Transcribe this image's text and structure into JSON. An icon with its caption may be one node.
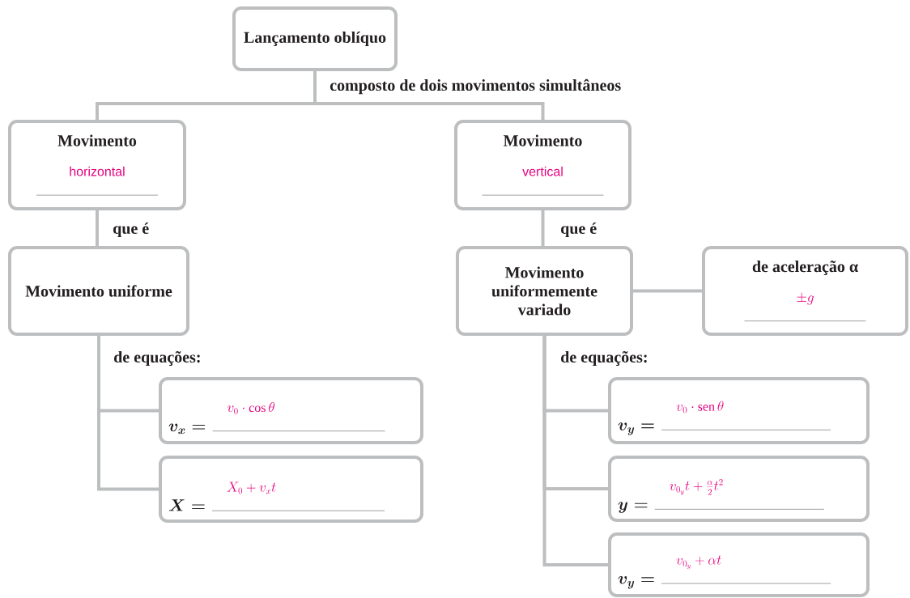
{
  "diagram": {
    "nodes": [
      {
        "text": [
          "Lançamento oblíquo"
        ]
      },
      {
        "text": [
          "Movimento",
          "horizontal"
        ]
      },
      {
        "text": [
          "Movimento",
          "vertical"
        ]
      },
      {
        "text": [
          "Movimento uniforme"
        ]
      },
      {
        "text": [
          "Movimento uniformemente variado"
        ]
      },
      {
        "text": [
          "de aceleração α",
          "\\pm g"
        ]
      },
      {
        "text": [
          "v_x =",
          "v_0 \\cdot \\cos\\theta"
        ]
      },
      {
        "text": [
          "X =",
          "X_0 + v_x t"
        ]
      },
      {
        "text": [
          "v_y =",
          "v_0 \\cdot \\mathrm{sen}\\,\\theta"
        ]
      },
      {
        "text": [
          "y =",
          "v_{0_y} t + \\frac{\\alpha}{2} t^2"
        ]
      },
      {
        "text": [
          "v_y =",
          "v_{0_y} + \\alpha t"
        ]
      }
    ],
    "edges": [
      {
        "from": 0,
        "to": 1,
        "arrow": "none",
        "label": "composto de dois movimentos simultâneos"
      },
      {
        "from": 0,
        "to": 2,
        "arrow": "none"
      },
      {
        "from": 1,
        "to": 3,
        "arrow": "none",
        "label": "que é"
      },
      {
        "from": 2,
        "to": 4,
        "arrow": "none",
        "label": "que é"
      },
      {
        "from": 4,
        "to": 5,
        "arrow": "none"
      },
      {
        "from": 3,
        "to": 6,
        "arrow": "none",
        "label": "de equações:"
      },
      {
        "from": 3,
        "to": 7,
        "arrow": "none"
      },
      {
        "from": 4,
        "to": 8,
        "arrow": "none",
        "label": "de equações:"
      },
      {
        "from": 4,
        "to": 9,
        "arrow": "none"
      },
      {
        "from": 4,
        "to": 10,
        "arrow": "none"
      }
    ]
  }
}
